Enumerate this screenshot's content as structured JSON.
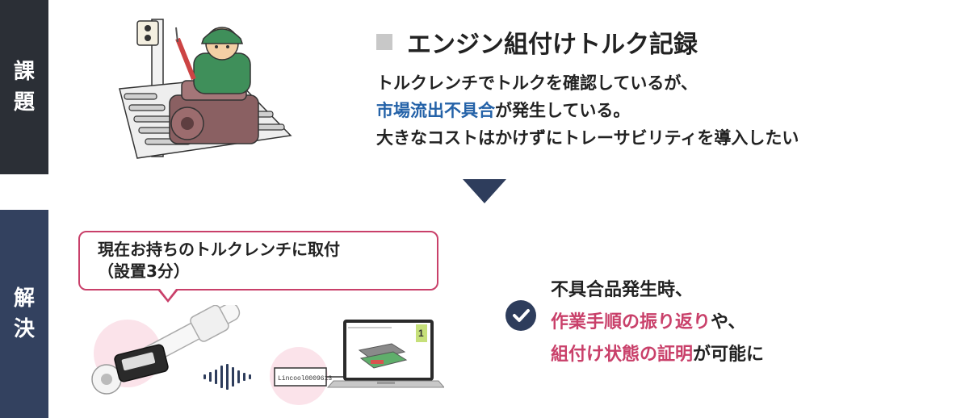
{
  "side_tabs": {
    "problem": [
      "課",
      "題"
    ],
    "solution": [
      "解",
      "決"
    ]
  },
  "problem": {
    "title": "エンジン組付けトルク記録",
    "line1": "トルクレンチでトルクを確認しているが、",
    "line2_highlight": "市場流出不具合",
    "line2_rest": "が発生している。",
    "line3": "大きなコストはかけずにトレーサビリティを導入したい"
  },
  "bubble": {
    "line1": "現在お持ちのトルクレンチに取付",
    "line2": "（設置3分）"
  },
  "device": {
    "receiver_label": "Lincool0009613"
  },
  "laptop": {
    "counter": "1"
  },
  "result": {
    "line1": "不具合品発生時、",
    "line2_highlight": "作業手順の振り返り",
    "line2_rest": "や、",
    "line3_highlight": "組付け状態の証明",
    "line3_rest": "が可能に"
  },
  "colors": {
    "problem_tab": "#2b2f36",
    "solution_tab": "#33415f",
    "highlight_blue": "#2462a8",
    "highlight_pink": "#c9406a",
    "arrow": "#2e3d5c"
  }
}
